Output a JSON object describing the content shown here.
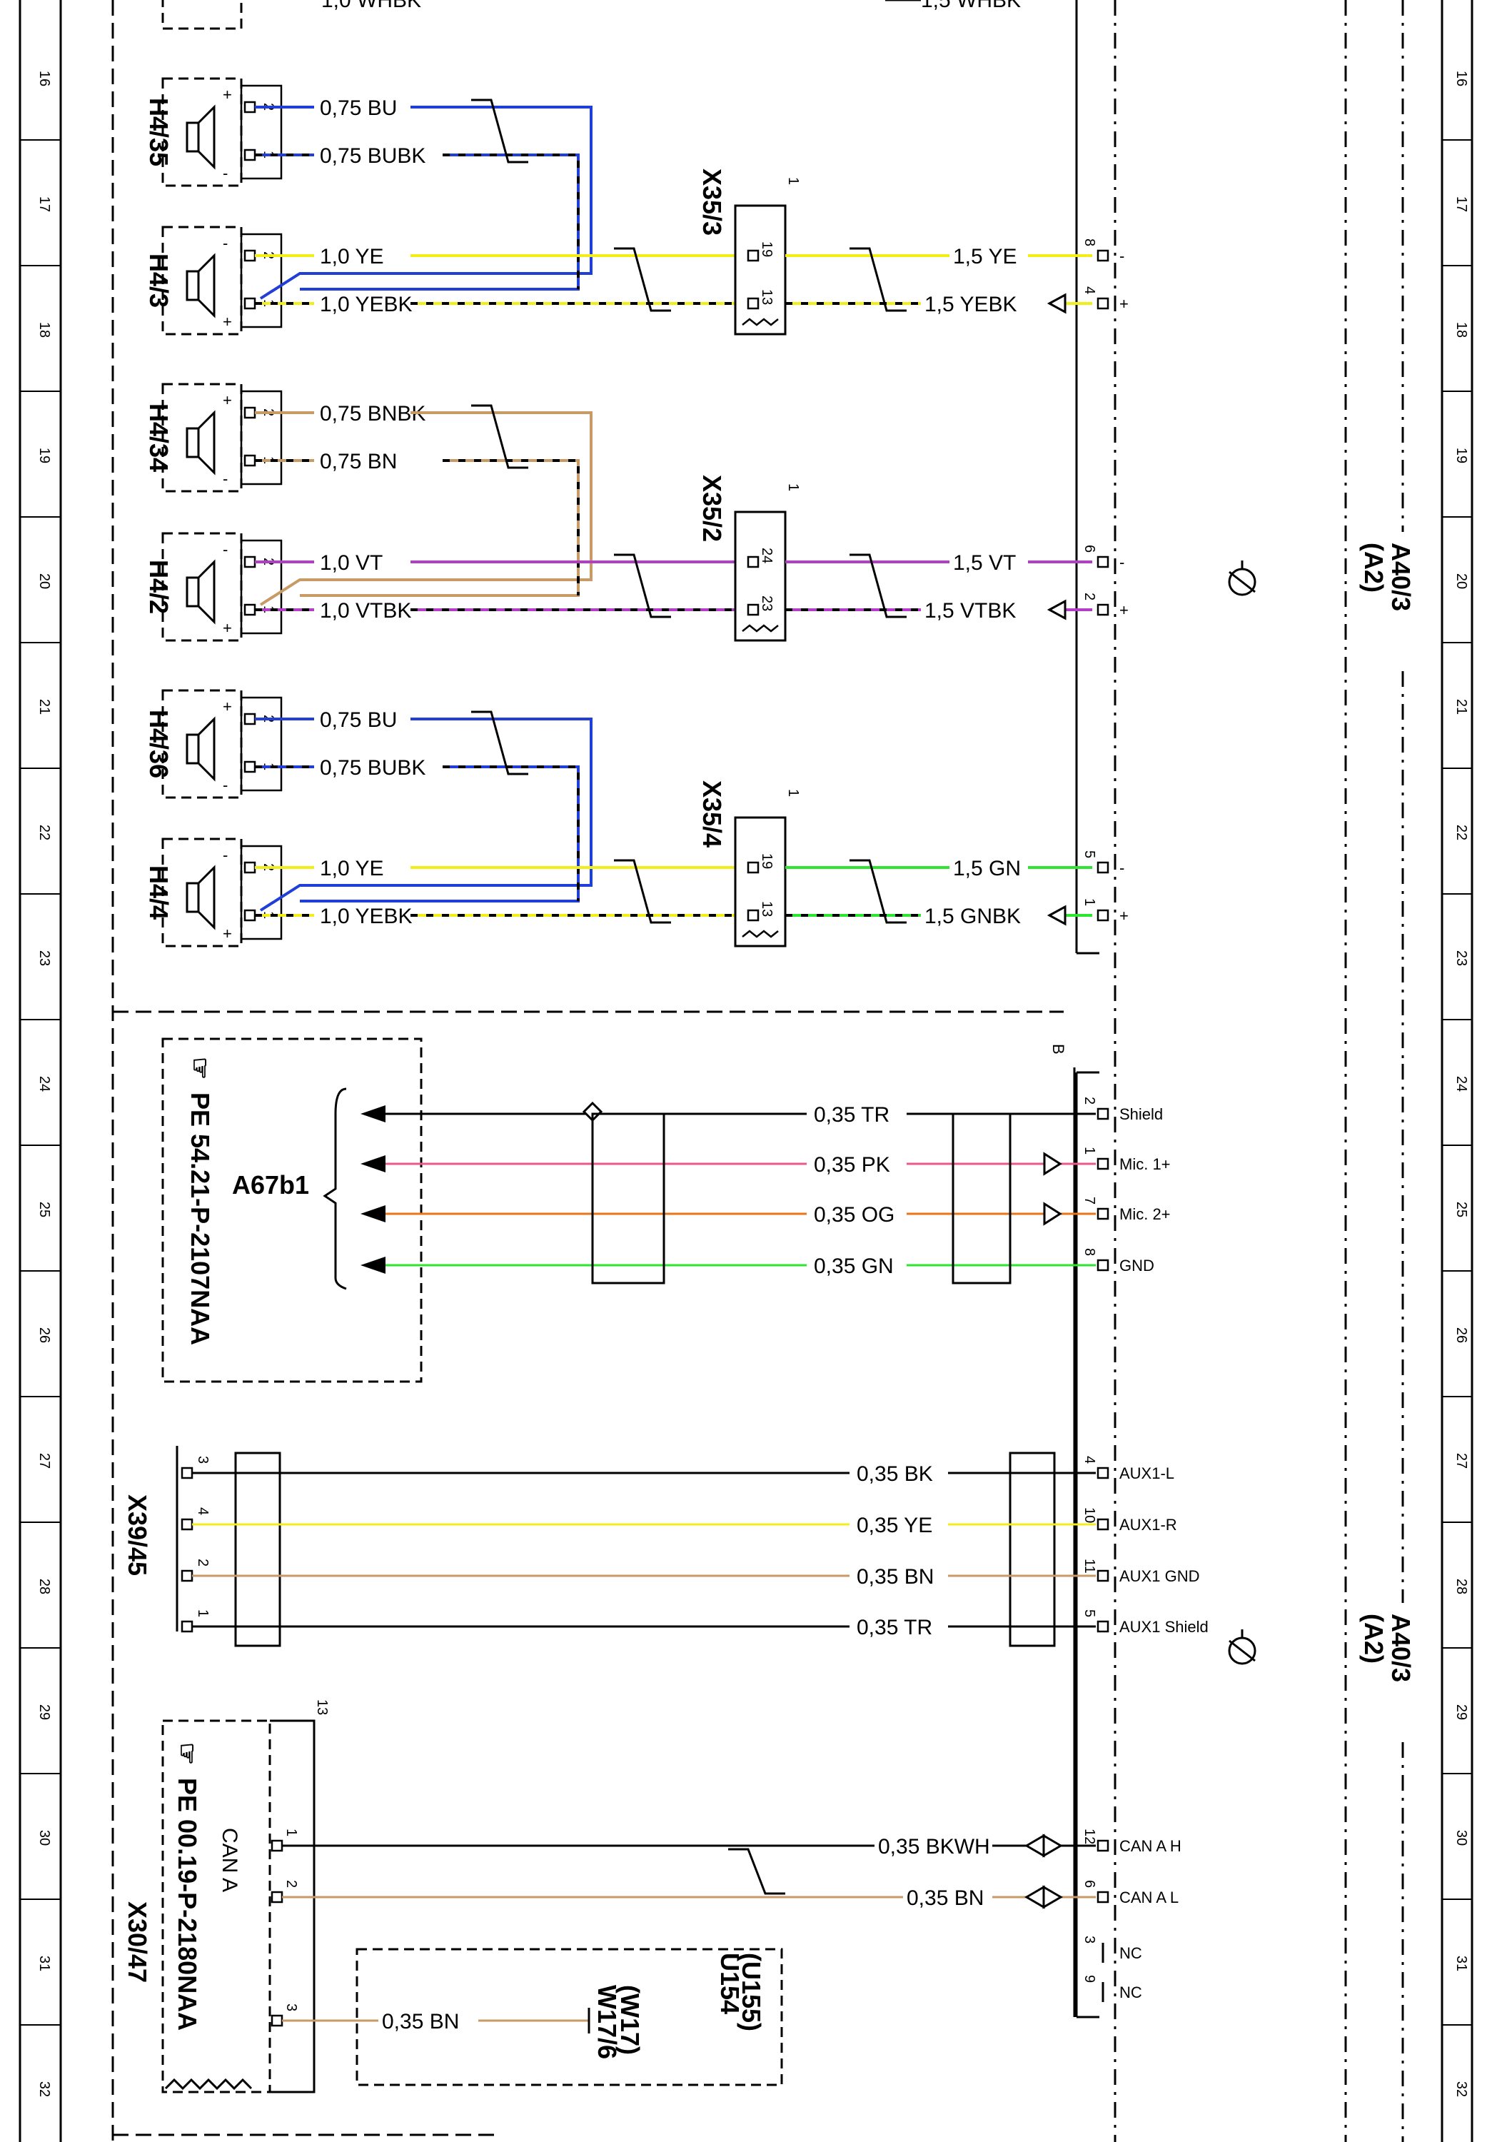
{
  "colors": {
    "BU": "#1f3fd6",
    "YE": "#f2ee1a",
    "BN": "#c89a66",
    "VT": "#b43cc8",
    "GN": "#2ee632",
    "PK": "#e85a8a",
    "OG": "#e8761a",
    "BK": "#000000"
  },
  "ruler_numbers": [
    "16",
    "17",
    "18",
    "19",
    "20",
    "21",
    "22",
    "23",
    "24",
    "25",
    "26",
    "27",
    "28",
    "29",
    "30",
    "31",
    "32"
  ],
  "top_partial": {
    "wire_left": "1,0 WHBK",
    "wire_right": "1,5 WHBK"
  },
  "speakers": [
    {
      "id": "H4/35",
      "plus_pin": "2",
      "minus_pin": "1",
      "wire_plus": "0,75 BU",
      "wire_minus": "0,75 BUBK"
    },
    {
      "id": "H4/3",
      "plus_pin": "1",
      "minus_pin": "2",
      "wire_plus": "1,0 YE",
      "wire_minus": "1,0 YEBK"
    },
    {
      "id": "H4/34",
      "plus_pin": "2",
      "minus_pin": "1",
      "wire_plus": "0,75 BNBK",
      "wire_minus": "0,75 BN"
    },
    {
      "id": "H4/2",
      "plus_pin": "1",
      "minus_pin": "2",
      "wire_plus": "1,0 VT",
      "wire_minus": "1,0 VTBK"
    },
    {
      "id": "H4/36",
      "plus_pin": "2",
      "minus_pin": "1",
      "wire_plus": "0,75 BU",
      "wire_minus": "0,75 BUBK"
    },
    {
      "id": "H4/4",
      "plus_pin": "1",
      "minus_pin": "2",
      "wire_plus": "1,0 YE",
      "wire_minus": "1,0 YEBK"
    }
  ],
  "connectors": [
    {
      "id": "X35/3",
      "top_pin": "1",
      "pin_a": "19",
      "pin_b": "13",
      "out_a": "1,5 YE",
      "out_b": "1,5 YEBK",
      "a2_pin_a": "8",
      "a2_pin_b": "4"
    },
    {
      "id": "X35/2",
      "top_pin": "1",
      "pin_a": "24",
      "pin_b": "23",
      "out_a": "1,5 VT",
      "out_b": "1,5 VTBK",
      "a2_pin_a": "6",
      "a2_pin_b": "2"
    },
    {
      "id": "X35/4",
      "top_pin": "1",
      "pin_a": "19",
      "pin_b": "13",
      "out_a": "1,5 GN",
      "out_b": "1,5 GNBK",
      "a2_pin_a": "5",
      "a2_pin_b": "1"
    }
  ],
  "pin_signs": {
    "minus": "-",
    "plus": "+"
  },
  "mic": {
    "ref": "PE 54.21-P-2107NAA",
    "component": "A67b1",
    "connector": "B",
    "lines": [
      {
        "wire": "0,35 TR",
        "pin": "2",
        "signal": "Shield"
      },
      {
        "wire": "0,35 PK",
        "pin": "1",
        "signal": "Mic. 1+"
      },
      {
        "wire": "0,35 OG",
        "pin": "7",
        "signal": "Mic. 2+"
      },
      {
        "wire": "0,35 GN",
        "pin": "8",
        "signal": "GND"
      }
    ]
  },
  "aux": {
    "connector": "X39/45",
    "lines": [
      {
        "left_pin": "3",
        "wire": "0,35 BK",
        "pin": "4",
        "signal": "AUX1-L"
      },
      {
        "left_pin": "4",
        "wire": "0,35 YE",
        "pin": "10",
        "signal": "AUX1-R"
      },
      {
        "left_pin": "2",
        "wire": "0,35 BN",
        "pin": "11",
        "signal": "AUX1 GND"
      },
      {
        "left_pin": "1",
        "wire": "0,35 TR",
        "pin": "5",
        "signal": "AUX1 Shield"
      }
    ]
  },
  "can": {
    "ref": "PE 00.19-P-2180NAA",
    "label": "CAN A",
    "connector": "X30/47",
    "top_pin": "13",
    "lines": [
      {
        "left_pin": "1",
        "wire": "0,35 BKWH",
        "pin": "12",
        "signal": "CAN A H"
      },
      {
        "left_pin": "2",
        "wire": "0,35 BN",
        "pin": "6",
        "signal": "CAN A L"
      }
    ],
    "nc": [
      {
        "pin": "3",
        "signal": "NC"
      },
      {
        "pin": "9",
        "signal": "NC"
      }
    ],
    "bottom_left_pin": "3",
    "bottom_wire": "0,35 BN",
    "w17_a": "W17/6",
    "w17_b": "(W17)",
    "u154_a": "U154",
    "u154_b": "(U155)"
  },
  "a40": [
    {
      "id": "A40/3",
      "sub": "(A2)"
    },
    {
      "id": "A40/3",
      "sub": "(A2)"
    }
  ]
}
